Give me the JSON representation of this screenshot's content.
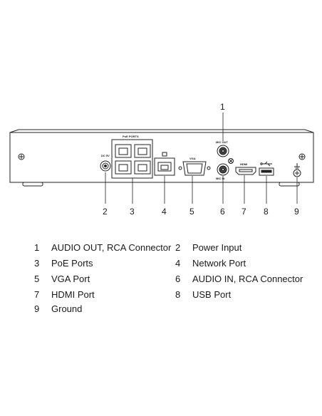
{
  "panel_labels": {
    "poe_ports": "PoE PORTS",
    "mic_out": "MIC OUT",
    "mic_in": "MIC IN",
    "vga": "VGA",
    "hdmi": "HDMI",
    "dc": "DC 5V"
  },
  "callouts": [
    "1",
    "2",
    "3",
    "4",
    "5",
    "6",
    "7",
    "8",
    "9"
  ],
  "legend": [
    {
      "num": "1",
      "text": "AUDIO OUT, RCA Connector"
    },
    {
      "num": "2",
      "text": "Power Input"
    },
    {
      "num": "3",
      "text": "PoE Ports"
    },
    {
      "num": "4",
      "text": "Network Port"
    },
    {
      "num": "5",
      "text": "VGA Port"
    },
    {
      "num": "6",
      "text": "AUDIO IN, RCA Connector"
    },
    {
      "num": "7",
      "text": "HDMI Port"
    },
    {
      "num": "8",
      "text": "USB Port"
    },
    {
      "num": "9",
      "text": "Ground"
    }
  ]
}
